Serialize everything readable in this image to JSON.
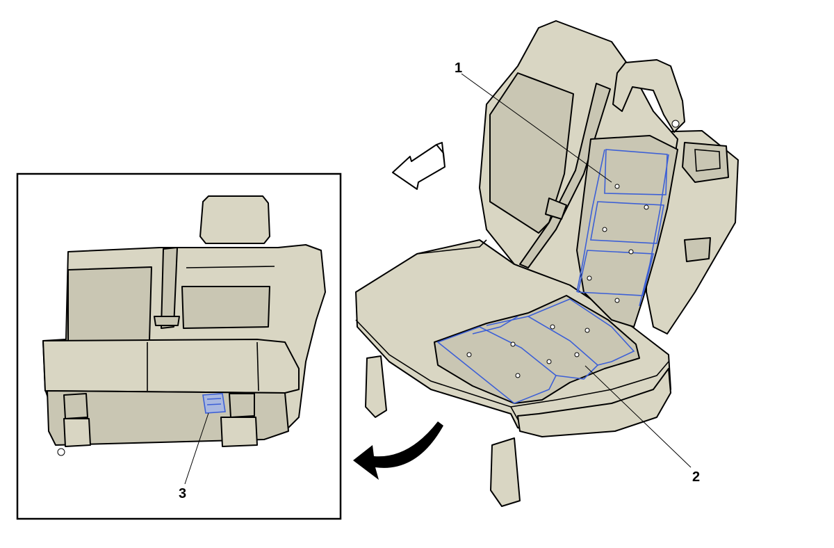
{
  "callouts": {
    "c1": "1",
    "c2": "2",
    "c3": "3"
  },
  "colors": {
    "seat_fill": "#d9d6c3",
    "highlight_blue": "#3c5fd6",
    "outline": "#000000"
  },
  "icons": [
    "front-direction-arrow-icon",
    "rotate-arrow-icon",
    "inset-direction-arrow-icon"
  ]
}
